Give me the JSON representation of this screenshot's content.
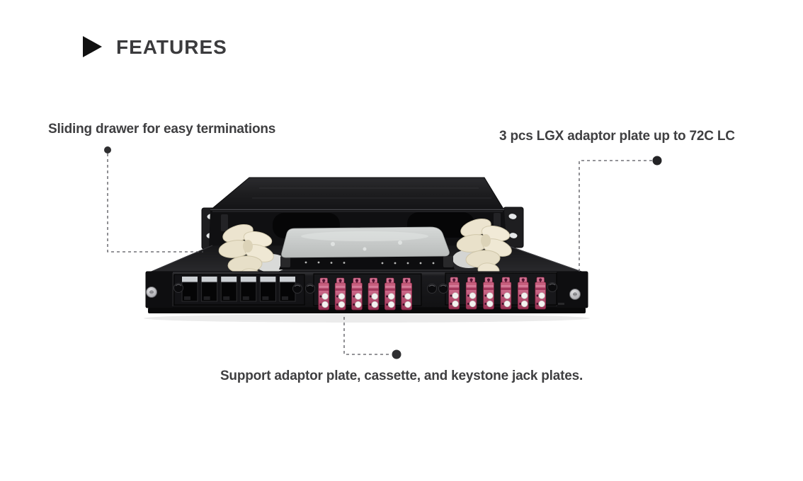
{
  "header": {
    "title": "FEATURES"
  },
  "callouts": {
    "sliding_drawer": {
      "label": "Sliding drawer for easy terminations"
    },
    "lgx_plates": {
      "label": "3 pcs LGX adaptor plate up to 72C LC"
    },
    "support_plates": {
      "label": "Support adaptor plate, cassette, and keystone jack plates."
    }
  },
  "colors": {
    "heading_text": "#3b3b3d",
    "callout_text": "#3f3f41",
    "triangle_icon": "#111111",
    "leader_line": "#55555a",
    "chassis_black": "#1a1a1c",
    "front_panel_black": "#131316",
    "lc_adapter_pink": "#c25b7d",
    "lc_dust_cap_white": "#f3f2f0",
    "spool_cream": "#ece4cf",
    "splice_tray_gray": "#c6c9c8",
    "keystone_highlight_gray": "#cdd1d5"
  },
  "illustration_counts": {
    "keystone_slots": 6,
    "lc_adapter_plates": 2,
    "lc_duplex_adapters_visible": 12,
    "spool_clusters": 2,
    "rack_ears": 2
  }
}
